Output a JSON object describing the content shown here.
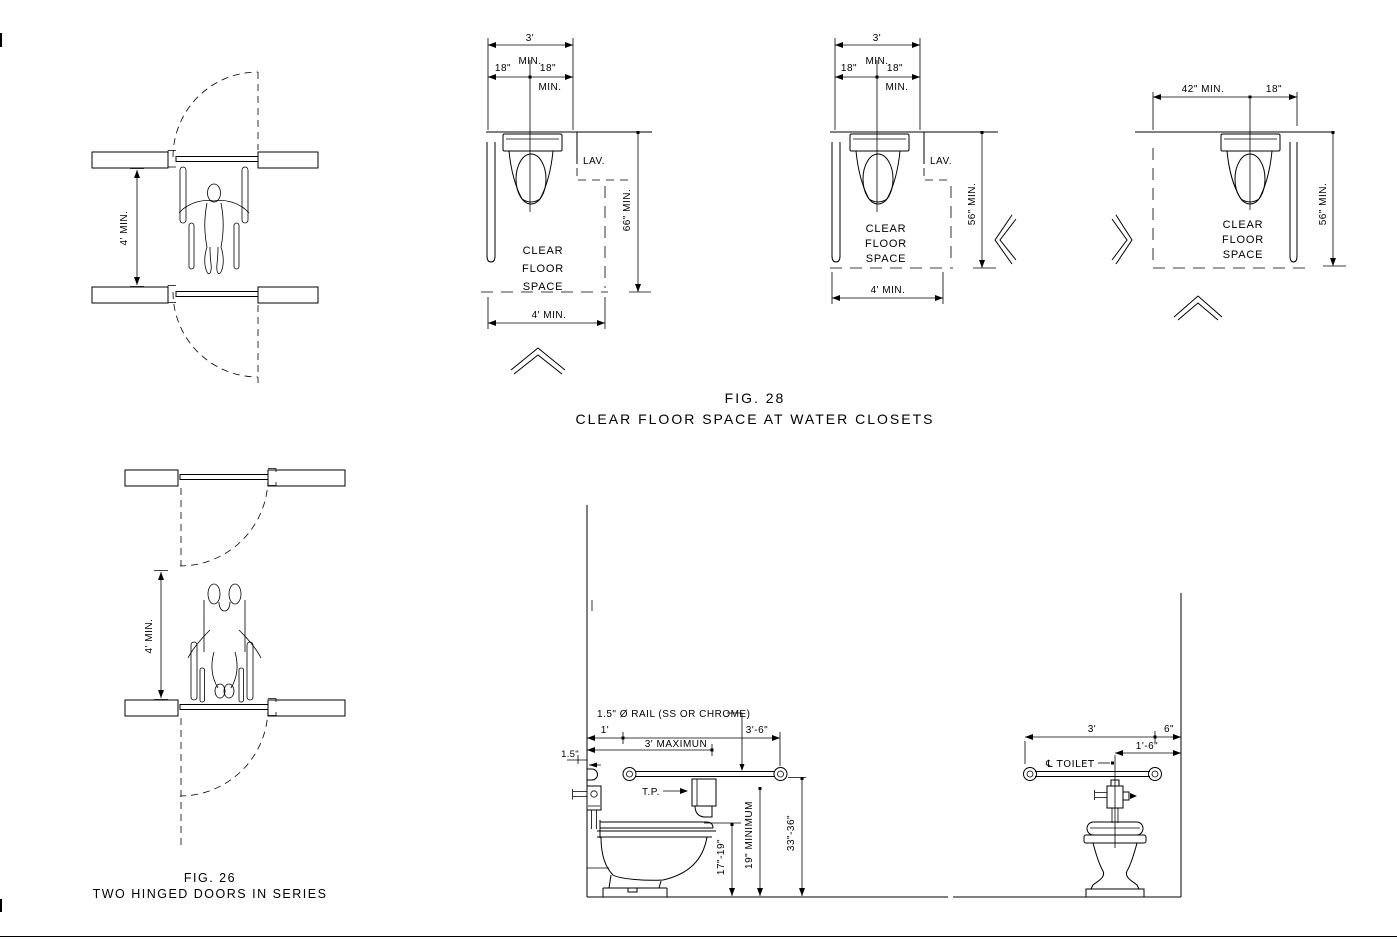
{
  "colors": {
    "background": "#ffffff",
    "line": "#000000"
  },
  "fig28": {
    "title_fig": "FIG. 28",
    "title_name": "CLEAR FLOOR SPACE AT WATER CLOSETS",
    "d1": {
      "w": "3'",
      "w_min": "MIN.",
      "left18": "18\"",
      "right18": "18\"",
      "c_min": "MIN.",
      "lav": "LAV.",
      "clear": "CLEAR",
      "floor": "FLOOR",
      "space": "SPACE",
      "depth": "4' MIN.",
      "height": "66\" MIN."
    },
    "d2": {
      "w": "3'",
      "w_min": "MIN.",
      "left18": "18\"",
      "right18": "18\"",
      "c_min": "MIN.",
      "lav": "LAV.",
      "clear": "CLEAR",
      "floor": "FLOOR",
      "space": "SPACE",
      "depth": "4' MIN.",
      "height": "56\" MIN."
    },
    "d3": {
      "w42": "42\" MIN.",
      "w18": "18\"",
      "clear": "CLEAR",
      "floor": "FLOOR",
      "space": "SPACE",
      "height": "56\" MIN."
    }
  },
  "fig26": {
    "title_fig": "FIG. 26",
    "title_name": "TWO HINGED DOORS IN SERIES",
    "top_clearance": "4' MIN.",
    "bottom_clearance": "4' MIN."
  },
  "elev_left": {
    "rail_note": "1.5\" Ø RAIL (SS OR CHROME)",
    "rail_offset": "1.5\"",
    "span1": "1'",
    "span2": "3'-6\"",
    "span_max": "3' MAXIMUN",
    "tp": "T.P.",
    "seat_height": "17\"-19\"",
    "tp_height": "19\" MINIMUM",
    "rail_height": "33\"-36\""
  },
  "elev_right": {
    "span1": "3'",
    "span2": "6\"",
    "span3": "1'-6\"",
    "centerline": "℄ TOILET"
  }
}
